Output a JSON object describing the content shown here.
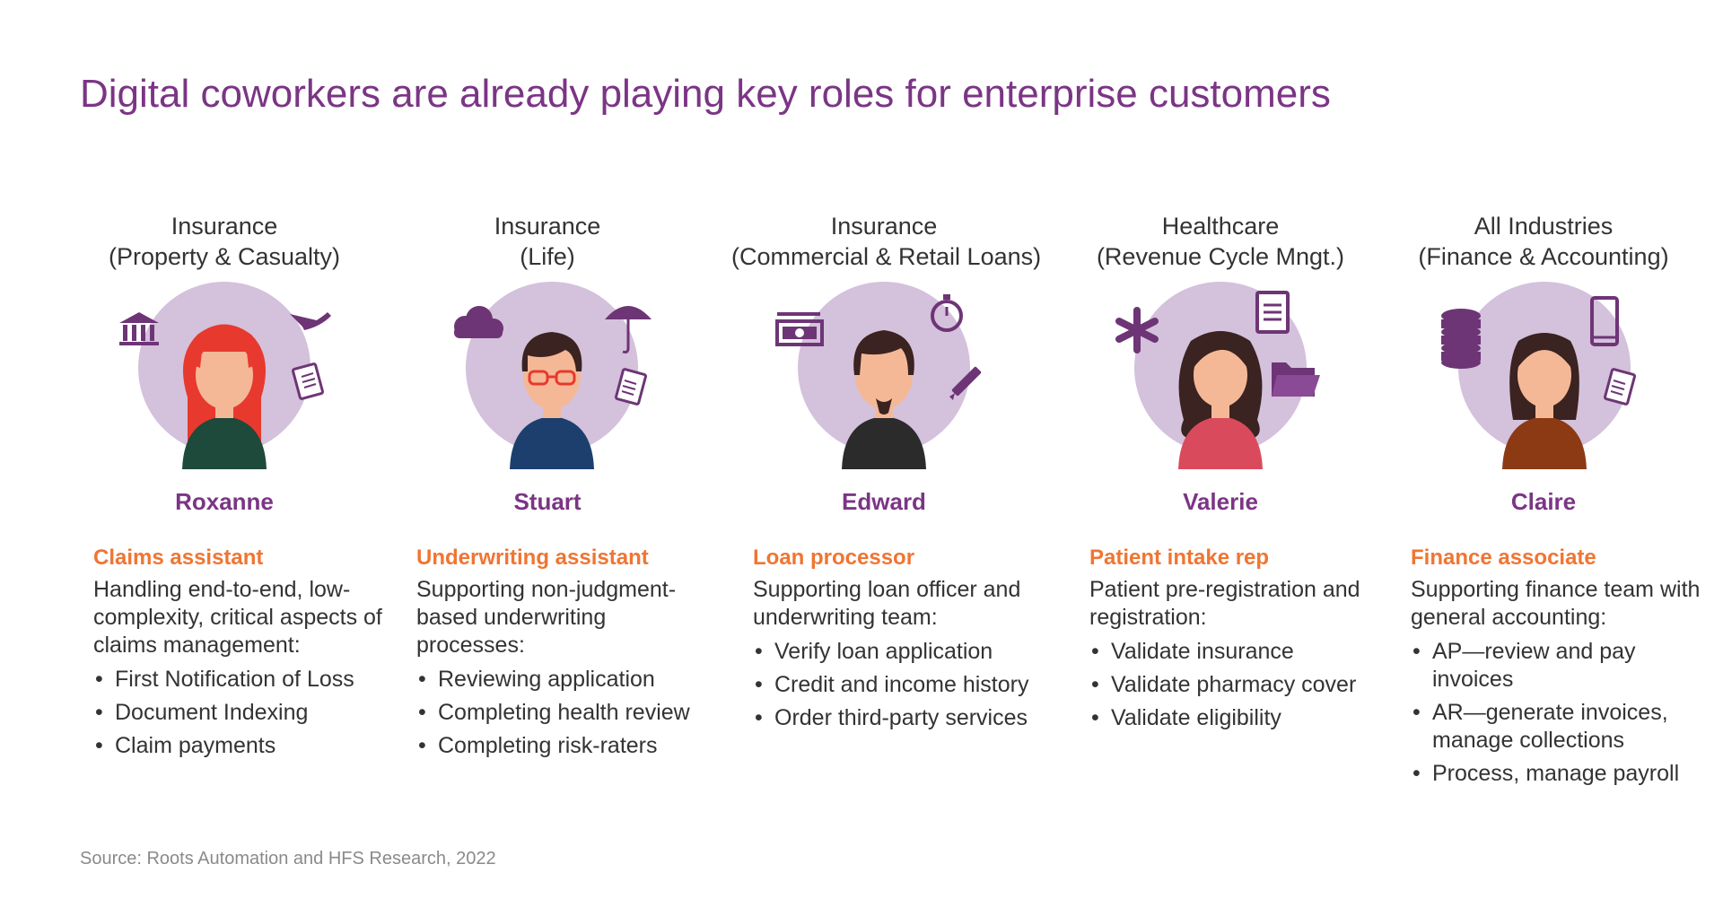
{
  "title": "Digital coworkers are already playing key roles for enterprise customers",
  "source": "Source: Roots Automation and HFS Research, 2022",
  "colors": {
    "title": "#7b3585",
    "role": "#f07532",
    "circle": "#d4c1dc",
    "icon": "#6e3576"
  },
  "coworkers": [
    {
      "industry_line1": "Insurance",
      "industry_line2": "(Property & Casualty)",
      "name": "Roxanne",
      "role": "Claims assistant",
      "description": "Handling end-to-end, low-complexity, critical aspects of claims management:",
      "tasks": [
        "First Notification of Loss",
        "Document Indexing",
        "Claim payments"
      ],
      "icons": [
        "bank-icon",
        "paper-plane-icon",
        "document-icon"
      ]
    },
    {
      "industry_line1": "Insurance",
      "industry_line2": "(Life)",
      "name": "Stuart",
      "role": "Underwriting assistant",
      "description": "Supporting non-judgment-based underwriting processes:",
      "tasks": [
        "Reviewing application",
        "Completing health review",
        "Completing risk-raters"
      ],
      "icons": [
        "cloud-icon",
        "umbrella-icon",
        "document-icon"
      ]
    },
    {
      "industry_line1": "Insurance",
      "industry_line2": "(Commercial & Retail Loans)",
      "name": "Edward",
      "role": "Loan processor",
      "description": "Supporting loan officer and underwriting team:",
      "tasks": [
        "Verify loan application",
        "Credit and income history",
        "Order third-party services"
      ],
      "icons": [
        "money-icon",
        "stopwatch-icon",
        "pen-icon"
      ]
    },
    {
      "industry_line1": "Healthcare",
      "industry_line2": "(Revenue Cycle Mngt.)",
      "name": "Valerie",
      "role": "Patient intake rep",
      "description": "Patient pre-registration and registration:",
      "tasks": [
        "Validate insurance",
        "Validate pharmacy cover",
        "Validate eligibility"
      ],
      "icons": [
        "asterisk-icon",
        "document-icon",
        "folder-icon"
      ]
    },
    {
      "industry_line1": "All Industries",
      "industry_line2": "(Finance & Accounting)",
      "name": "Claire",
      "role": "Finance associate",
      "description": "Supporting finance team with general accounting:",
      "tasks": [
        "AP—review and pay invoices",
        "AR—generate invoices, manage collections",
        "Process, manage payroll"
      ],
      "icons": [
        "database-icon",
        "phone-icon",
        "document-icon"
      ]
    }
  ]
}
